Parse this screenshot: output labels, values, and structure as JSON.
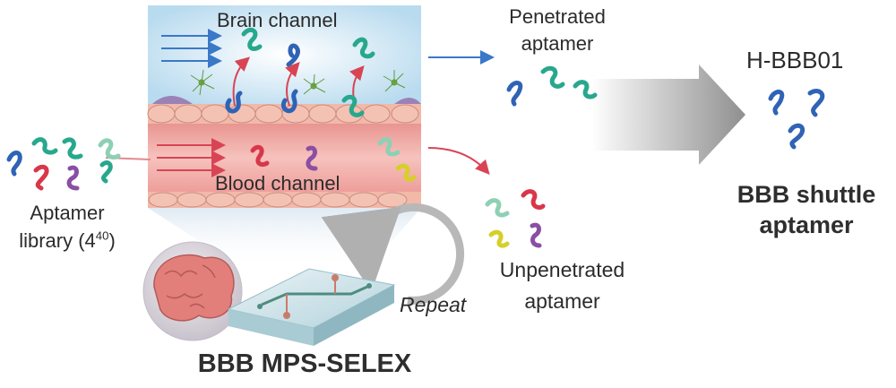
{
  "labels": {
    "brain_channel": "Brain channel",
    "blood_channel": "Blood channel",
    "penetrated_line1": "Penetrated",
    "penetrated_line2": "aptamer",
    "unpenetrated_line1": "Unpenetrated",
    "unpenetrated_line2": "aptamer",
    "library_line1": "Aptamer",
    "library_line2_prefix": "library (4",
    "library_exponent": "40",
    "library_line2_suffix": ")",
    "hit_name": "H-BBB01",
    "result_line1": "BBB shuttle",
    "result_line2": "aptamer",
    "repeat": "Repeat",
    "method_title": "BBB MPS-SELEX"
  },
  "colors": {
    "brain_channel_bg": "#cfe6f2",
    "blood_channel_bg": "#f0a8a4",
    "cell_fill": "#f2b9a8",
    "arrow_blue": "#3a78c8",
    "arrow_red": "#d94455",
    "arrow_gray": "#9a9a9a",
    "aptamer_blue": "#2f63b5",
    "aptamer_teal": "#27a88d",
    "aptamer_red": "#d8374a",
    "aptamer_purple": "#8a4fa4",
    "aptamer_yellow": "#d6cf2a",
    "aptamer_mint": "#8ed0b4"
  },
  "icons": [
    "aptamer-icon",
    "astrocyte-icon",
    "brain-icon",
    "microfluidic-chip-icon",
    "repeat-arrow-icon",
    "large-gray-arrow-icon"
  ]
}
